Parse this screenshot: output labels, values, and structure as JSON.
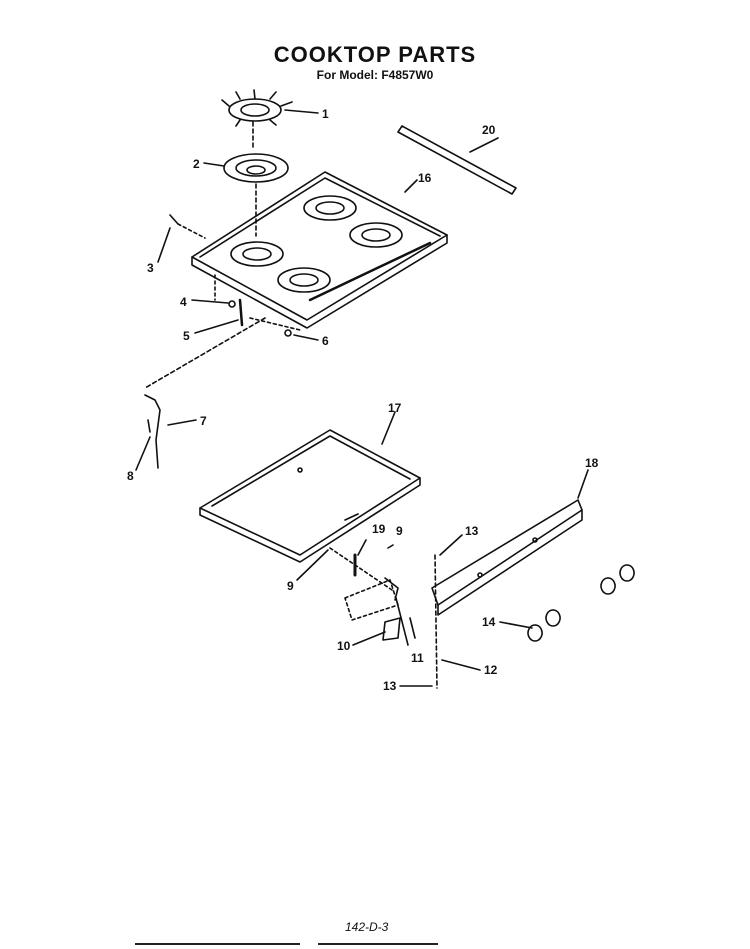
{
  "title": "COOKTOP PARTS",
  "subtitle": "For Model: F4857W0",
  "footer_code": "142-D-3",
  "callouts": [
    {
      "id": "c1",
      "text": "1"
    },
    {
      "id": "c2",
      "text": "2"
    },
    {
      "id": "c3",
      "text": "3"
    },
    {
      "id": "c4",
      "text": "4"
    },
    {
      "id": "c5",
      "text": "5"
    },
    {
      "id": "c6",
      "text": "6"
    },
    {
      "id": "c7",
      "text": "7"
    },
    {
      "id": "c8",
      "text": "8"
    },
    {
      "id": "c9a",
      "text": "9"
    },
    {
      "id": "c9b",
      "text": "9"
    },
    {
      "id": "c10",
      "text": "10"
    },
    {
      "id": "c11",
      "text": "11"
    },
    {
      "id": "c12",
      "text": "12"
    },
    {
      "id": "c13a",
      "text": "13"
    },
    {
      "id": "c13b",
      "text": "13"
    },
    {
      "id": "c14",
      "text": "14"
    },
    {
      "id": "c16",
      "text": "16"
    },
    {
      "id": "c17",
      "text": "17"
    },
    {
      "id": "c18",
      "text": "18"
    },
    {
      "id": "c19",
      "text": "19"
    },
    {
      "id": "c20",
      "text": "20"
    }
  ]
}
